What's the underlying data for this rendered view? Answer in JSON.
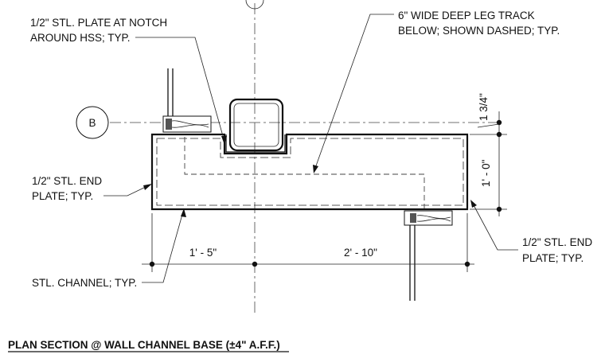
{
  "notes": {
    "plate_notch": [
      "1/2\" STL. PLATE AT NOTCH",
      "AROUND HSS; TYP."
    ],
    "leg_track": [
      "6\" WIDE DEEP LEG TRACK",
      "BELOW; SHOWN DASHED; TYP."
    ],
    "end_plate_left": [
      "1/2\" STL. END",
      "PLATE; TYP."
    ],
    "end_plate_right": [
      "1/2\" STL. END",
      "PLATE; TYP."
    ],
    "channel": "STL. CHANNEL; TYP."
  },
  "grid_bubble": "B",
  "dimensions": {
    "notch_depth": "1 3/4\"",
    "depth": "1' - 0\"",
    "left_span": "1' - 5\"",
    "right_span": "2' - 10\""
  },
  "title": "PLAN SECTION @ WALL CHANNEL BASE (±4\" A.F.F.)"
}
